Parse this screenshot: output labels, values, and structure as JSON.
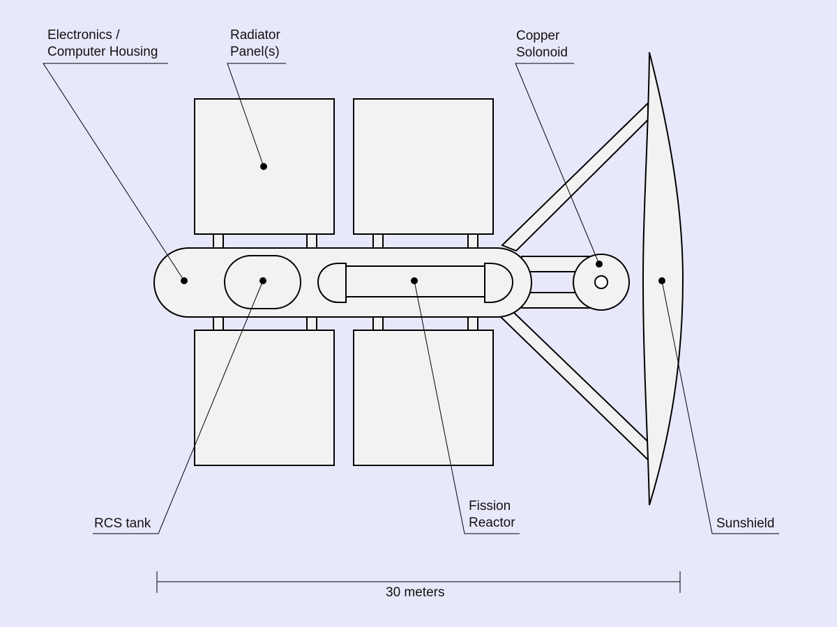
{
  "labels": {
    "electronics": [
      "Electronics /",
      "Computer Housing"
    ],
    "radiator": [
      "Radiator",
      "Panel(s)"
    ],
    "solenoid": [
      "Copper",
      "Solonoid"
    ],
    "rcs": [
      "RCS tank"
    ],
    "reactor": [
      "Fission",
      "Reactor"
    ],
    "sunshield": [
      "Sunshield"
    ]
  },
  "scale": {
    "label": "30 meters"
  },
  "colors": {
    "background": "#e8e8fb",
    "fill": "#f2f2f2",
    "stroke": "#000000"
  }
}
